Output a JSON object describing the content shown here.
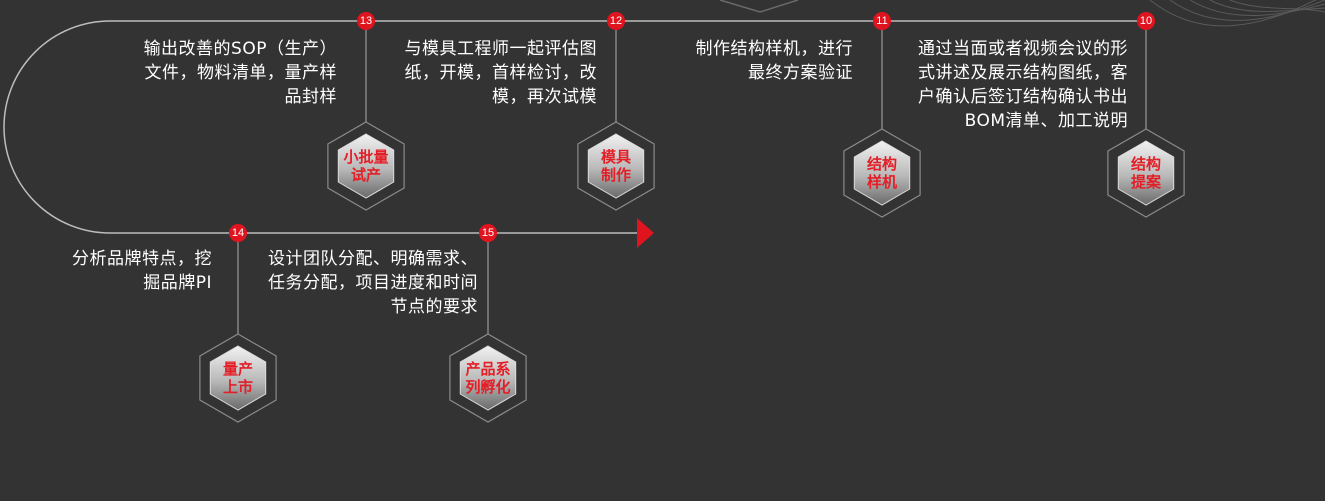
{
  "steps": [
    {
      "num": "10",
      "title": "结构\n提案",
      "desc": "通过当面或者视频会议的形\n式讲述及展示结构图纸，客\n户确认后签订结构确认书出\nBOM清单、加工说明"
    },
    {
      "num": "11",
      "title": "结构\n样机",
      "desc": "制作结构样机，进行\n最终方案验证"
    },
    {
      "num": "12",
      "title": "模具\n制作",
      "desc": "与模具工程师一起评估图\n纸，开模，首样检讨，改\n模，再次试模"
    },
    {
      "num": "13",
      "title": "小批量\n试产",
      "desc": "输出改善的SOP（生产）\n文件，物料清单，量产样\n品封样"
    },
    {
      "num": "14",
      "title": "量产\n上市",
      "desc": "分析品牌特点，挖\n掘品牌PI"
    },
    {
      "num": "15",
      "title": "产品系\n列孵化",
      "desc": "设计团队分配、明确需求、\n任务分配，项目进度和时间\n节点的要求"
    }
  ],
  "colors": {
    "background": "#333333",
    "accent": "#e0141e",
    "line": "#bdbdbd",
    "text": "#ffffff"
  }
}
